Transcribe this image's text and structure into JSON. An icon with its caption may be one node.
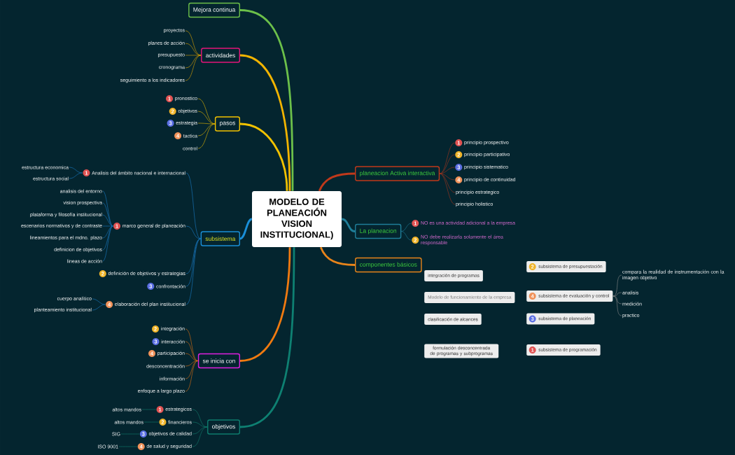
{
  "diagram": {
    "nodes": [
      {
        "text": [
          "MODELO DE PLANEACIÓN VISION INSTITUCIONAL)"
        ]
      },
      {
        "text": [
          "Mejora continua"
        ]
      },
      {
        "text": [
          "actividades"
        ]
      },
      {
        "text": [
          "proyectos"
        ]
      },
      {
        "text": [
          "planes de acción"
        ]
      },
      {
        "text": [
          "presupuesto"
        ]
      },
      {
        "text": [
          "cronograma"
        ]
      },
      {
        "text": [
          "seguimiento a los indicadores"
        ]
      },
      {
        "text": [
          "pasos"
        ]
      },
      {
        "text": [
          "1",
          "pronostico"
        ]
      },
      {
        "text": [
          "2",
          "objetivos"
        ]
      },
      {
        "text": [
          "3",
          "estrategia"
        ]
      },
      {
        "text": [
          "4",
          "tactica"
        ]
      },
      {
        "text": [
          "control"
        ]
      },
      {
        "text": [
          "subsistema"
        ]
      },
      {
        "text": [
          "1",
          "Analisis del ámbito nacional e internacional"
        ]
      },
      {
        "text": [
          "estructura economica"
        ]
      },
      {
        "text": [
          "estructura social"
        ]
      },
      {
        "text": [
          "1",
          "marco general de planeación"
        ]
      },
      {
        "text": [
          "analisis del entorno"
        ]
      },
      {
        "text": [
          "vision prospectiva"
        ]
      },
      {
        "text": [
          "plataforma y filosofía institucional"
        ]
      },
      {
        "text": [
          "escenarios normativos y de contraste"
        ]
      },
      {
        "text": [
          "lineamientos para el mdno. plazo"
        ]
      },
      {
        "text": [
          "definicion de objetivos"
        ]
      },
      {
        "text": [
          "lineas de acción"
        ]
      },
      {
        "text": [
          "2",
          "definición de objetivos y estrategias"
        ]
      },
      {
        "text": [
          "3",
          "confrontación"
        ]
      },
      {
        "text": [
          "4",
          "elaboración del plan institucional"
        ]
      },
      {
        "text": [
          "cuerpo analítico"
        ]
      },
      {
        "text": [
          "planteamiento institucional"
        ]
      },
      {
        "text": [
          "se inicia con"
        ]
      },
      {
        "text": [
          "2",
          "integración"
        ]
      },
      {
        "text": [
          "3",
          "interacción"
        ]
      },
      {
        "text": [
          "4",
          "participación"
        ]
      },
      {
        "text": [
          "desconcentración"
        ]
      },
      {
        "text": [
          "información"
        ]
      },
      {
        "text": [
          "enfoque a largo plazo"
        ]
      },
      {
        "text": [
          "objetivos"
        ]
      },
      {
        "text": [
          "1",
          "estrategicos"
        ]
      },
      {
        "text": [
          "2",
          "financieros"
        ]
      },
      {
        "text": [
          "3",
          "objetivos de calidad"
        ]
      },
      {
        "text": [
          "4",
          "de salud y seguridad"
        ]
      },
      {
        "text": [
          "altos mandos"
        ]
      },
      {
        "text": [
          "altos mandos"
        ]
      },
      {
        "text": [
          "SIG"
        ]
      },
      {
        "text": [
          "ISO 9001"
        ]
      },
      {
        "text": [
          "planeacion Activa interactiva"
        ]
      },
      {
        "text": [
          "1",
          "principio prospectivo"
        ]
      },
      {
        "text": [
          "2",
          "principio participativo"
        ]
      },
      {
        "text": [
          "3",
          "principio sistematico"
        ]
      },
      {
        "text": [
          "4",
          "principio de continuidad"
        ]
      },
      {
        "text": [
          "principio estrategico"
        ]
      },
      {
        "text": [
          "principio holistico"
        ]
      },
      {
        "text": [
          "La planeacion"
        ]
      },
      {
        "text": [
          "1",
          "NO es una actividad adicional a la empresa"
        ]
      },
      {
        "text": [
          "2",
          "NO debe realizarla solamente el área responsable"
        ]
      },
      {
        "text": [
          "componentes básicos"
        ]
      },
      {
        "text": [
          "integración de programas"
        ]
      },
      {
        "text": [
          "Modelo de funcionamiento de la empresa"
        ]
      },
      {
        "text": [
          "clasificación de alcances"
        ]
      },
      {
        "text": [
          "formulación desconcentrada de programas y subprogramas"
        ]
      },
      {
        "text": [
          "2",
          "subsistema de presupuestación"
        ]
      },
      {
        "text": [
          "4",
          "subsistema de evaluación y control"
        ]
      },
      {
        "text": [
          "compara la realidad de instrumentación con la imagen objetivo"
        ]
      },
      {
        "text": [
          "analisis"
        ]
      },
      {
        "text": [
          "medición"
        ]
      },
      {
        "text": [
          "practico"
        ]
      },
      {
        "text": [
          "3",
          "subsistema de planeación"
        ]
      },
      {
        "text": [
          "1",
          "subsistema de programación"
        ]
      }
    ],
    "edges": [
      {
        "from": 0,
        "to": 1,
        "arrow": "none",
        "style": "thick",
        "color": "#6cc04a"
      },
      {
        "from": 0,
        "to": 2,
        "arrow": "none",
        "style": "thick",
        "color": "#f2b400"
      },
      {
        "from": 2,
        "to": 3,
        "arrow": "none",
        "color": "#e0a400"
      },
      {
        "from": 2,
        "to": 4,
        "arrow": "none",
        "color": "#e0a400"
      },
      {
        "from": 2,
        "to": 5,
        "arrow": "none",
        "color": "#e0a400"
      },
      {
        "from": 2,
        "to": 6,
        "arrow": "none",
        "color": "#e0a400"
      },
      {
        "from": 2,
        "to": 7,
        "arrow": "none",
        "color": "#e0a400"
      },
      {
        "from": 0,
        "to": 8,
        "arrow": "none",
        "style": "thick",
        "color": "#f2c200"
      },
      {
        "from": 8,
        "to": 9,
        "arrow": "none",
        "color": "#e8b800"
      },
      {
        "from": 8,
        "to": 10,
        "arrow": "none",
        "color": "#e8b800"
      },
      {
        "from": 8,
        "to": 11,
        "arrow": "none",
        "color": "#e8b800"
      },
      {
        "from": 8,
        "to": 12,
        "arrow": "none",
        "color": "#e8b800"
      },
      {
        "from": 8,
        "to": 13,
        "arrow": "none",
        "color": "#e8b800"
      },
      {
        "from": 0,
        "to": 14,
        "arrow": "none",
        "style": "thick",
        "color": "#1a8fd8"
      },
      {
        "from": 14,
        "to": 15,
        "arrow": "none",
        "color": "#1a7cc8"
      },
      {
        "from": 15,
        "to": 16,
        "arrow": "none",
        "color": "#1a7cc8"
      },
      {
        "from": 15,
        "to": 17,
        "arrow": "none",
        "color": "#1a7cc8"
      },
      {
        "from": 14,
        "to": 18,
        "arrow": "none",
        "color": "#1a7cc8"
      },
      {
        "from": 18,
        "to": 19,
        "arrow": "none",
        "color": "#1a7cc8"
      },
      {
        "from": 18,
        "to": 20,
        "arrow": "none",
        "color": "#1a7cc8"
      },
      {
        "from": 18,
        "to": 21,
        "arrow": "none",
        "color": "#1a7cc8"
      },
      {
        "from": 18,
        "to": 22,
        "arrow": "none",
        "color": "#1a7cc8"
      },
      {
        "from": 18,
        "to": 23,
        "arrow": "none",
        "color": "#1a7cc8"
      },
      {
        "from": 18,
        "to": 24,
        "arrow": "none",
        "color": "#1a7cc8"
      },
      {
        "from": 18,
        "to": 25,
        "arrow": "none",
        "color": "#1a7cc8"
      },
      {
        "from": 14,
        "to": 26,
        "arrow": "none",
        "color": "#1a7cc8"
      },
      {
        "from": 14,
        "to": 27,
        "arrow": "none",
        "color": "#1a7cc8"
      },
      {
        "from": 14,
        "to": 28,
        "arrow": "none",
        "color": "#1a7cc8"
      },
      {
        "from": 28,
        "to": 29,
        "arrow": "none",
        "color": "#1a7cc8"
      },
      {
        "from": 28,
        "to": 30,
        "arrow": "none",
        "color": "#1a7cc8"
      },
      {
        "from": 0,
        "to": 31,
        "arrow": "none",
        "style": "thick",
        "color": "#f07a10"
      },
      {
        "from": 31,
        "to": 32,
        "arrow": "none",
        "color": "#e07010"
      },
      {
        "from": 31,
        "to": 33,
        "arrow": "none",
        "color": "#e07010"
      },
      {
        "from": 31,
        "to": 34,
        "arrow": "none",
        "color": "#e07010"
      },
      {
        "from": 31,
        "to": 35,
        "arrow": "none",
        "color": "#e07010"
      },
      {
        "from": 31,
        "to": 36,
        "arrow": "none",
        "color": "#e07010"
      },
      {
        "from": 31,
        "to": 37,
        "arrow": "none",
        "color": "#e07010"
      },
      {
        "from": 0,
        "to": 38,
        "arrow": "none",
        "style": "thick",
        "color": "#0e8072"
      },
      {
        "from": 38,
        "to": 39,
        "arrow": "none",
        "color": "#12806f"
      },
      {
        "from": 38,
        "to": 40,
        "arrow": "none",
        "color": "#12806f"
      },
      {
        "from": 38,
        "to": 41,
        "arrow": "none",
        "color": "#12806f"
      },
      {
        "from": 38,
        "to": 42,
        "arrow": "none",
        "color": "#12806f"
      },
      {
        "from": 39,
        "to": 43,
        "arrow": "none",
        "color": "#12806f"
      },
      {
        "from": 40,
        "to": 44,
        "arrow": "none",
        "color": "#12806f"
      },
      {
        "from": 41,
        "to": 45,
        "arrow": "none",
        "color": "#12806f"
      },
      {
        "from": 42,
        "to": 46,
        "arrow": "none",
        "color": "#12806f"
      },
      {
        "from": 0,
        "to": 47,
        "arrow": "none",
        "style": "thick",
        "color": "#c0391b"
      },
      {
        "from": 47,
        "to": 48,
        "arrow": "none",
        "color": "#a8361c"
      },
      {
        "from": 47,
        "to": 49,
        "arrow": "none",
        "color": "#a8361c"
      },
      {
        "from": 47,
        "to": 50,
        "arrow": "none",
        "color": "#a8361c"
      },
      {
        "from": 47,
        "to": 51,
        "arrow": "none",
        "color": "#a8361c"
      },
      {
        "from": 47,
        "to": 52,
        "arrow": "none",
        "color": "#a8361c"
      },
      {
        "from": 47,
        "to": 53,
        "arrow": "none",
        "color": "#a8361c"
      },
      {
        "from": 0,
        "to": 54,
        "arrow": "none",
        "style": "thick",
        "color": "#1f7e99"
      },
      {
        "from": 54,
        "to": 55,
        "arrow": "none",
        "color": "#1f7e99"
      },
      {
        "from": 54,
        "to": 56,
        "arrow": "none",
        "color": "#1f7e99"
      },
      {
        "from": 0,
        "to": 57,
        "arrow": "none",
        "style": "thick",
        "color": "#e8841a"
      },
      {
        "from": 63,
        "to": 64,
        "arrow": "none",
        "color": "#8a8a8a"
      },
      {
        "from": 63,
        "to": 65,
        "arrow": "none",
        "color": "#8a8a8a"
      },
      {
        "from": 63,
        "to": 66,
        "arrow": "none",
        "color": "#8a8a8a"
      },
      {
        "from": 63,
        "to": 67,
        "arrow": "none",
        "color": "#8a8a8a"
      }
    ]
  }
}
